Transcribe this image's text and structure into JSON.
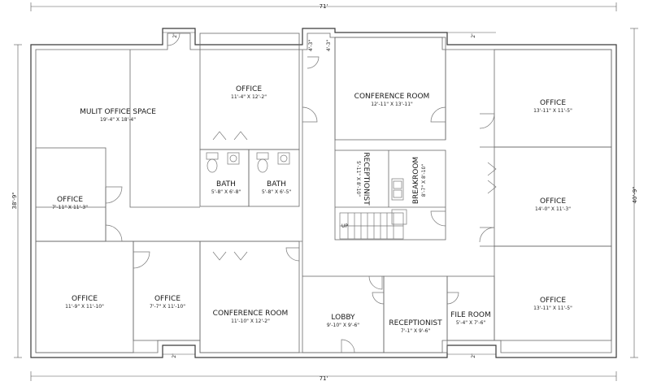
{
  "overall": {
    "top_width": "71'",
    "bottom_width": "71'",
    "left_height": "38'-9\"",
    "right_height": "40'-9\""
  },
  "small_dims": {
    "top_left": "2'",
    "top_mid_a": "4'-3\"",
    "top_mid_b": "4'-3\"",
    "top_right": "2'",
    "bottom_left": "2'",
    "bottom_right": "2'"
  },
  "rooms": [
    {
      "name": "MULIT OFFICE SPACE",
      "size": "19'-4\" X 18'-4\""
    },
    {
      "name": "OFFICE",
      "size": "11'-4\" X 12'-2\""
    },
    {
      "name": "CONFERENCE ROOM",
      "size": "12'-11\" X 13'-11\""
    },
    {
      "name": "OFFICE",
      "size": "13'-11\" X 11'-5\""
    },
    {
      "name": "OFFICE",
      "size": "7'-11\" X 11'-3\""
    },
    {
      "name": "BATH",
      "size": "5'-8\" X 6'-8\""
    },
    {
      "name": "BATH",
      "size": "5'-8\" X 6'-5\""
    },
    {
      "name": "RECEPTIONIST",
      "size": "5'-11\" X 8'-10\""
    },
    {
      "name": "BREAKROOM",
      "size": "8'-7\" X 8'-10\""
    },
    {
      "name": "OFFICE",
      "size": "14'-0\" X 11'-3\""
    },
    {
      "name": "OFFICE",
      "size": "11'-9\" X 11'-10\""
    },
    {
      "name": "OFFICE",
      "size": "7'-7\" X 11'-10\""
    },
    {
      "name": "CONFERENCE ROOM",
      "size": "11'-10\" X 12'-2\""
    },
    {
      "name": "LOBBY",
      "size": "9'-10\" X 9'-6\""
    },
    {
      "name": "RECEPTIONIST",
      "size": "7'-1\" X 9'-6\""
    },
    {
      "name": "FILE ROOM",
      "size": "5'-4\" X 7'-6\""
    },
    {
      "name": "OFFICE",
      "size": "13'-11\" X 11'-5\""
    }
  ],
  "stair_label": "UP"
}
